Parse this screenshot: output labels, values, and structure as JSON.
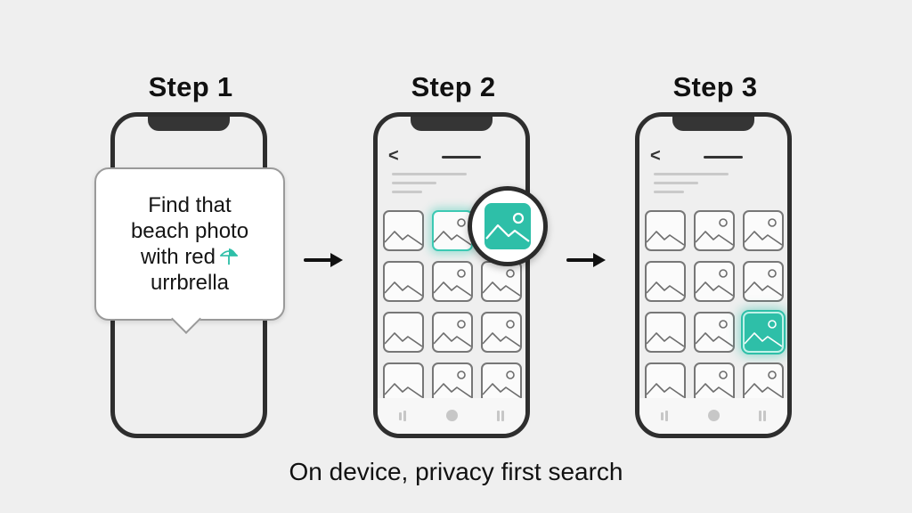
{
  "steps": [
    {
      "title": "Step 1"
    },
    {
      "title": "Step 2"
    },
    {
      "title": "Step 3"
    }
  ],
  "query_bubble": {
    "lines": [
      "Find that",
      "beach photo",
      "with red",
      "urrbrella"
    ],
    "icon": "umbrella-icon"
  },
  "phone_ui": {
    "back_icon": "chevron-left-icon",
    "back_glyph": "<",
    "nav_icons": [
      "back-bars-icon",
      "home-dot-icon",
      "recents-bars-icon"
    ]
  },
  "step2": {
    "grid_rows": 4,
    "grid_cols": 3,
    "highlighted_tile": {
      "row": 1,
      "col": 2
    },
    "magnifier_icon": "image-icon"
  },
  "step3": {
    "grid_rows": 4,
    "grid_cols": 3,
    "selected_tile": {
      "row": 3,
      "col": 3
    }
  },
  "arrows": [
    "arrow-right-icon",
    "arrow-right-icon"
  ],
  "footer": "On device, privacy first search",
  "colors": {
    "accent": "#2ebfa8",
    "outline": "#2e2e2e",
    "background": "#efefef"
  }
}
